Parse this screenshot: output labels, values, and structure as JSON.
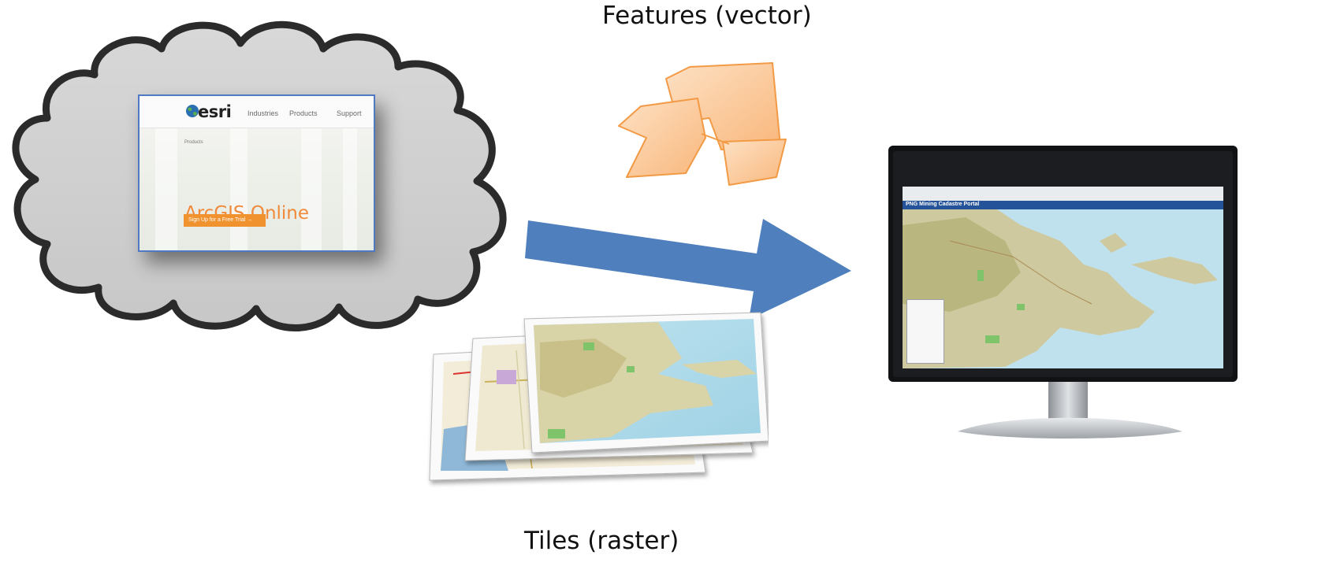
{
  "captions": {
    "features": "Features (vector)",
    "tiles": "Tiles (raster)"
  },
  "esri_page": {
    "logo": "esri",
    "nav_items": [
      "Industries",
      "Products",
      "Support"
    ],
    "breadcrumb": "Products",
    "title": "ArcGIS Online",
    "cta": "Sign Up for a Free Trial →"
  },
  "portal": {
    "title": "PNG Mining Cadastre Portal"
  },
  "colors": {
    "arrow": "#4f80bd",
    "vector_fill": "#fbc99a",
    "vector_stroke": "#f29a45",
    "esri_orange": "#f08a3a",
    "portal_bar": "#24539a"
  },
  "icons": [
    "cloud-icon",
    "esri-globe-icon",
    "vector-features-icon",
    "raster-tiles-icon",
    "arrow-right-icon",
    "monitor-icon"
  ]
}
